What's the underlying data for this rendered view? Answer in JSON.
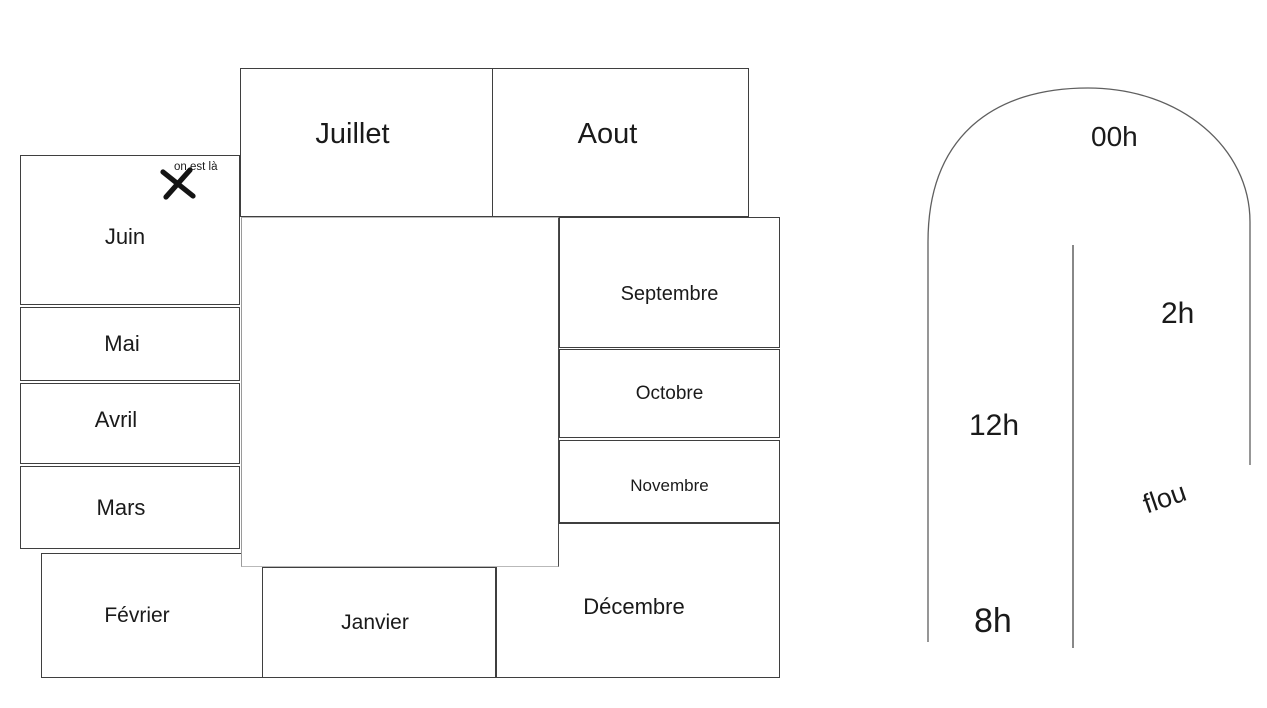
{
  "months": [
    {
      "label": "Janvier"
    },
    {
      "label": "Février"
    },
    {
      "label": "Mars"
    },
    {
      "label": "Avril"
    },
    {
      "label": "Mai"
    },
    {
      "label": "Juin"
    },
    {
      "label": "Juillet"
    },
    {
      "label": "Aout"
    },
    {
      "label": "Septembre"
    },
    {
      "label": "Octobre"
    },
    {
      "label": "Novembre"
    },
    {
      "label": "Décembre"
    }
  ],
  "annotation": {
    "here_label": "on est là",
    "marker_icon": "x-mark"
  },
  "clock": {
    "top_label": "00h",
    "right_label": "2h",
    "left_label": "12h",
    "bottom_label": "8h",
    "blur_note": "flou"
  },
  "colors": {
    "ink": "#1a1a1a",
    "line_dark": "#3f3f3f",
    "line_light": "#b9b9b9",
    "arch_stroke": "#5f5f5f",
    "background": "#ffffff"
  }
}
